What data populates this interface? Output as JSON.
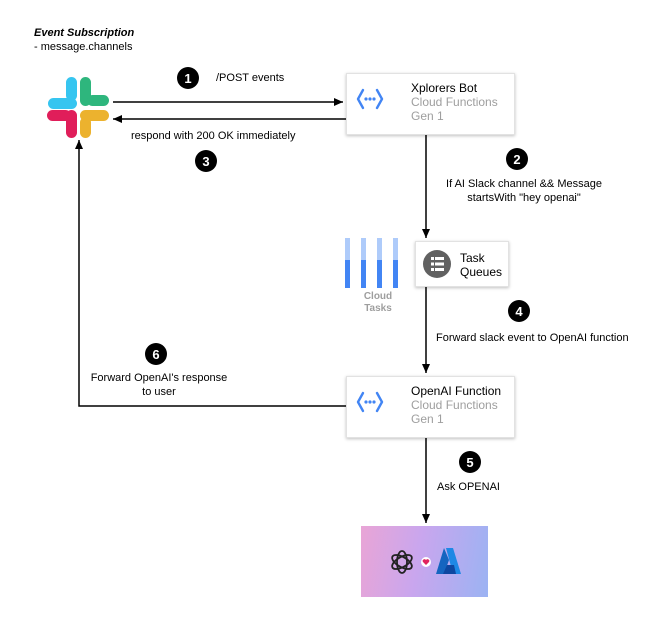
{
  "header": {
    "title": "Event Subscription",
    "subtitle": "- message.channels"
  },
  "nodes": {
    "xplorers_bot": {
      "name": "Xplorers Bot",
      "service": "Cloud Functions",
      "gen": "Gen 1",
      "icon": "cloud-functions-icon"
    },
    "task_queues": {
      "line1": "Task",
      "line2": "Queues",
      "icon": "task-queues-icon"
    },
    "cloud_tasks": {
      "line1": "Cloud",
      "line2": "Tasks",
      "icon": "cloud-tasks-icon"
    },
    "openai_function": {
      "name": "OpenAI Function",
      "service": "Cloud Functions",
      "gen": "Gen 1",
      "icon": "cloud-functions-icon"
    },
    "slack": {
      "icon": "slack-logo-icon"
    },
    "ai_providers": {
      "icons": [
        "openai-logo-icon",
        "heart-icon",
        "azure-logo-icon"
      ]
    }
  },
  "steps": [
    {
      "number": "1",
      "label": "/POST events"
    },
    {
      "number": "2",
      "label_line1": "If AI Slack channel && Message",
      "label_line2": "startsWith \"hey openai\""
    },
    {
      "number": "3",
      "label": "respond with 200 OK immediately"
    },
    {
      "number": "4",
      "label": "Forward slack event to OpenAI function"
    },
    {
      "number": "5",
      "label": "Ask OPENAI"
    },
    {
      "number": "6",
      "label_line1": "Forward OpenAI's response",
      "label_line2": "to user"
    }
  ],
  "colors": {
    "function_blue": "#4285f4",
    "queue_grey": "#616161",
    "caption_grey": "#9e9e9e"
  }
}
